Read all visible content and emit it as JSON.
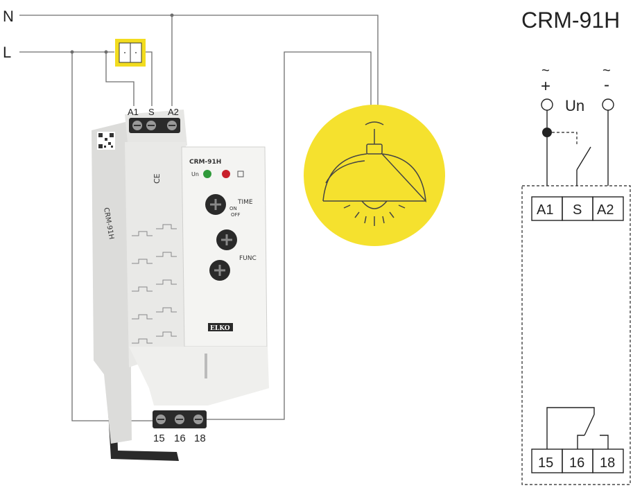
{
  "lines": {
    "neutral": "N",
    "live": "L"
  },
  "device": {
    "model": "CRM-91H",
    "front_label": "CRM-91H",
    "top_terminals": [
      "A1",
      "S",
      "A2"
    ],
    "bottom_terminals": [
      "15",
      "16",
      "18"
    ],
    "led_label": "Un",
    "dial_time_label": "TIME",
    "dial_func_label": "FUNC",
    "dial_on_label": "ON",
    "dial_off_label": "OFF",
    "brand": "ELKO",
    "side_model": "CRM-91H"
  },
  "schematic": {
    "title": "CRM-91H",
    "plus_label": "+",
    "minus_label": "-",
    "tilde": "~",
    "un_label": "Un",
    "top_terminals": [
      "A1",
      "S",
      "A2"
    ],
    "bottom_terminals": [
      "15",
      "16",
      "18"
    ]
  },
  "colors": {
    "lamp_yellow": "#f5e12e",
    "switch_yellow": "#f2dc1f",
    "led_green": "#2f9a3a",
    "led_red": "#c8202b",
    "device_body": "#eeeeec",
    "device_dark": "#2a2a2a"
  }
}
